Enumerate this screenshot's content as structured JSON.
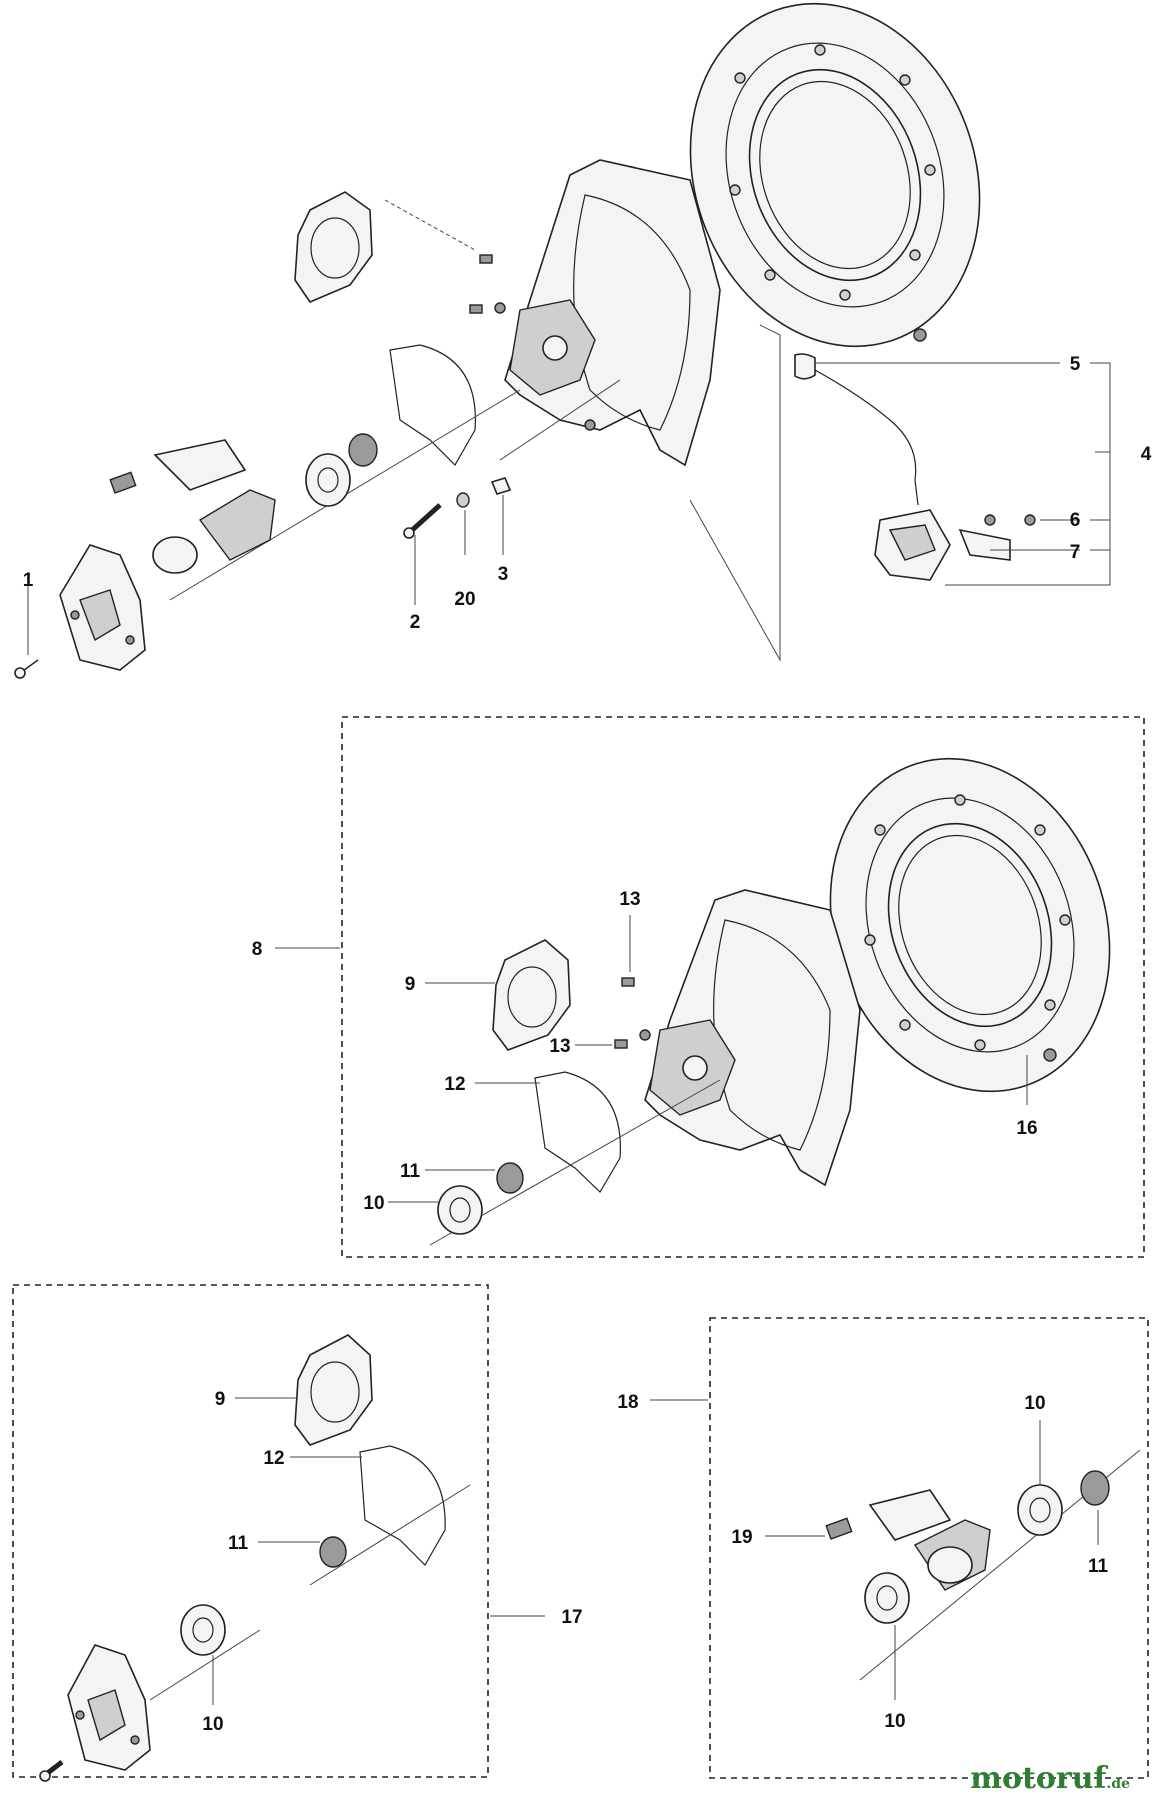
{
  "labels": {
    "p1": "1",
    "p2": "2",
    "p3": "3",
    "p4": "4",
    "p5": "5",
    "p6": "6",
    "p7": "7",
    "p20": "20",
    "p8": "8",
    "p9": "9",
    "p12": "12",
    "p11": "11",
    "p10": "10",
    "p13a": "13",
    "p13b": "13",
    "p16": "16",
    "b9": "9",
    "b12": "12",
    "b11": "11",
    "b10": "10",
    "b17": "17",
    "c18": "18",
    "c19": "19",
    "c10a": "10",
    "c11": "11",
    "c10b": "10"
  },
  "watermark": {
    "brand": "motoruf",
    "suffix": ".de",
    "color": "#2e7d32"
  }
}
